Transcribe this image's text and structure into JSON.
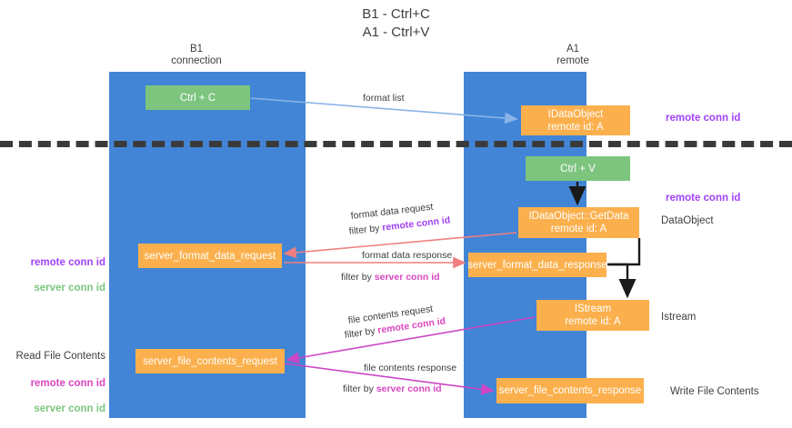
{
  "title": "B1 - Ctrl+C\nA1 - Ctrl+V",
  "columns": {
    "left": "B1\nconnection",
    "right": "A1\nremote"
  },
  "boxes": {
    "ctrl_c": "Ctrl + C",
    "idataobject": "IDataObject\nremote id: A",
    "ctrl_v": "Ctrl + V",
    "getdata": "IDataObject::GetData\nremote id: A",
    "server_format_data_request": "server_format_data_request",
    "server_format_data_response": "server_format_data_response",
    "istream": "IStream\nremote id: A",
    "server_file_contents_request": "server_file_contents_request",
    "server_file_contents_response": "server_file_contents_response"
  },
  "edges": {
    "format_list": "format list",
    "format_data_request": "format data request",
    "format_data_response": "format data response",
    "file_contents_request": "file contents request",
    "file_contents_response": "file contents response",
    "filter_by": "filter by ",
    "remote_conn_id": "remote conn id",
    "server_conn_id": "server conn id"
  },
  "notes": {
    "remote_conn_id_top": "remote conn id",
    "remote_conn_id_mid": "remote conn id",
    "dataobject": "DataObject",
    "istream": "Istream",
    "write_file_contents": "Write File Contents",
    "read_file_contents": "Read File Contents",
    "remote_conn_id": "remote conn id",
    "server_conn_id": "server conn id"
  },
  "colors": {
    "lane": "#4285d6",
    "green_box": "#7dc57f",
    "orange_box": "#fbb04d",
    "remote_conn_id": "#a142f4",
    "server_conn_id_green": "#7dc57f",
    "server_conn_id_magenta": "#d946c0",
    "divider": "#3a3a3a",
    "arrow_blue": "#8ab4e8",
    "arrow_red": "#ef7f7f",
    "arrow_magenta": "#cc46c8",
    "arrow_black": "#1a1a1a"
  }
}
